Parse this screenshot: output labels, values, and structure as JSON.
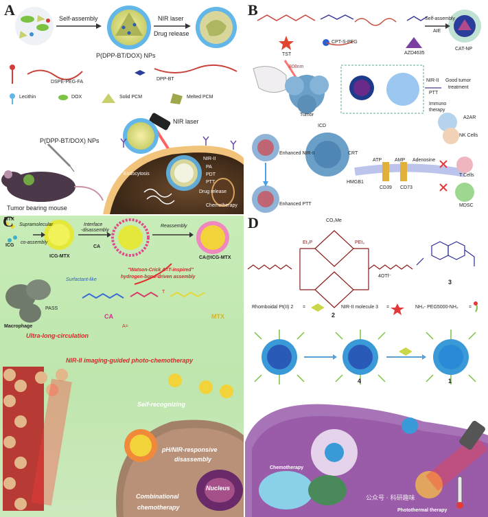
{
  "panel_a": {
    "letter": "A",
    "self_assembly": "Self-assembly",
    "nir_laser_release": "NIR laser",
    "drug_release": "Drug release",
    "nps_label": "P(DPP-BT/DOX) NPs",
    "legend_dspe": "DSPE-PEG-FA",
    "legend_dppbt": "DPP-BT",
    "legend_lecithin": "Lecithin",
    "legend_dox": "DOX",
    "legend_solid": "Solid PCM",
    "legend_melted": "Melted PCM",
    "nir_laser": "NIR laser",
    "nps_label2": "P(DPP-BT/DOX) NPs",
    "mouse_label": "Tumor bearing mouse",
    "endocytosis": "Endocytosis",
    "cell_labels": [
      "NIR-II",
      "PA",
      "PDT",
      "PTT",
      "Drug release",
      "Chemotherapy"
    ]
  },
  "panel_b": {
    "letter": "B",
    "tst": "TST",
    "cpt": "CPT-S-PEG",
    "azd": "AZD4635",
    "self_assembly": "Self-assembly",
    "aie": "AIE",
    "catnp": "CAT-NP",
    "laser": "808nm",
    "tumor": "Tumor",
    "icd": "ICD",
    "enh_nir": "Enhanced NIR-II",
    "enh_ptt": "Enhanced PTT",
    "nir_ptt_1": "NIR-II",
    "nir_ptt_2": "PTT",
    "good_1": "Good tumor",
    "good_2": "treatment",
    "immuno_1": "Immuno",
    "immuno_2": "therapy",
    "crt": "CRT",
    "atp": "ATP",
    "amp": "AMP",
    "adenosine": "Adenosine",
    "hmgb1": "HMGB1",
    "cd39": "CD39",
    "cd73": "CD73",
    "a2ar": "A2AR",
    "nk": "NK Cells",
    "tcells": "T Cells",
    "mdsc": "MDSC"
  },
  "panel_c": {
    "letter": "C",
    "mtx": "MTX",
    "icg": "ICG",
    "supra": "Supramolecular",
    "coassembly": "co-assembly",
    "icgmtx": "ICG-MTX",
    "interface_1": "Interface",
    "interface_2": "-disassembly",
    "ca": "CA",
    "reassembly": "Reassembly",
    "caicgmtx": "CA@ICG-MTX",
    "watson_1": "\"Watson-Crick A=T-inspired\"",
    "watson_2": "hydrogen-bond-driven assembly",
    "surfactant": "Surfactant-like",
    "pass": "PASS",
    "ultra": "Ultra-long-circulation",
    "macrophage": "Macrophage",
    "ca_mol": "CA",
    "mtx_mol": "MTX",
    "a_eq": "A=",
    "t_eq": "T",
    "nir_guided": "NIR-II imaging-guided photo-chemotherapy",
    "self_recog": "Self-recognizing",
    "ph_1": "pH/NIR-responsive",
    "ph_2": "disassembly",
    "comb_1": "Combinational",
    "comb_2": "chemotherapy",
    "nucleus": "Nucleus"
  },
  "panel_d": {
    "letter": "D",
    "ome": "CO₂Me",
    "et3p": "Et₃P",
    "pet3": "PEt₃",
    "otf": "4OTf⁻",
    "cmpd2": "2",
    "cmpd3": "3",
    "rhomb": "Rhomboidal Pt(II) 2",
    "nir_mol": "NIR-II molecule 3",
    "peg": "NH₂- PEG5000-NH₂",
    "eq": "=",
    "np4": "4",
    "np1": "1",
    "chemo": "Chemotherapy",
    "photo": "Photothermal therapy",
    "watermark": "公众号 · 科研趣味"
  }
}
